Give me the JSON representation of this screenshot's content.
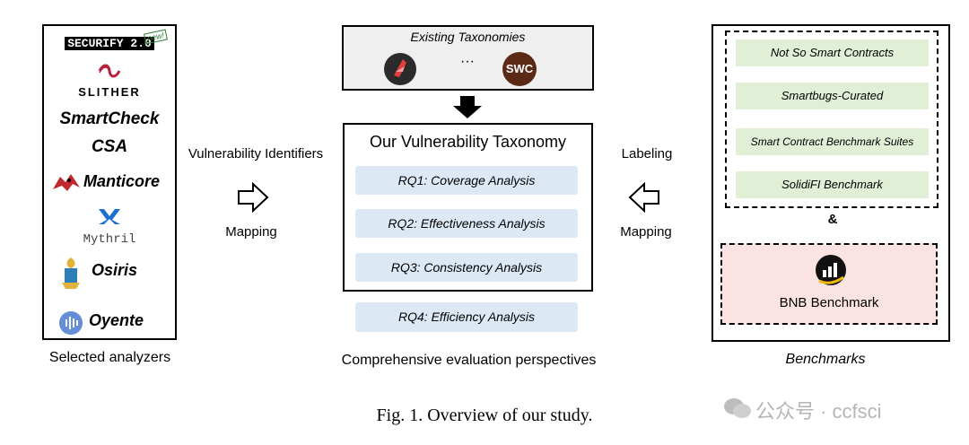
{
  "analyzers": {
    "tools": [
      "SECURIFY 2.0",
      "new!",
      "SLITHER",
      "SmartCheck",
      "CSA",
      "Manticore",
      "Mythril",
      "Osiris",
      "Oyente"
    ],
    "caption": "Selected analyzers"
  },
  "left_arrow": {
    "top_label": "Vulnerability Identifiers",
    "bottom_label": "Mapping"
  },
  "center": {
    "existing_title": "Existing Taxonomies",
    "ellipsis": "···",
    "swc_badge": "SWC",
    "taxonomy_title": "Our Vulnerability Taxonomy",
    "rqs": [
      "RQ1: Coverage Analysis",
      "RQ2: Effectiveness Analysis",
      "RQ3: Consistency Analysis"
    ],
    "rq4": "RQ4: Efficiency Analysis",
    "caption": "Comprehensive evaluation perspectives"
  },
  "right_arrow": {
    "top_label": "Labeling",
    "bottom_label": "Mapping"
  },
  "benchmarks": {
    "items": [
      "Not So Smart Contracts",
      "Smartbugs-Curated",
      "Smart Contract Benchmark Suites",
      "SolidiFI Benchmark"
    ],
    "ampersand": "&",
    "bnb": "BNB Benchmark",
    "caption": "Benchmarks"
  },
  "figure_caption": "Fig. 1.  Overview of our study.",
  "watermark": "公众号 · ccfsci"
}
